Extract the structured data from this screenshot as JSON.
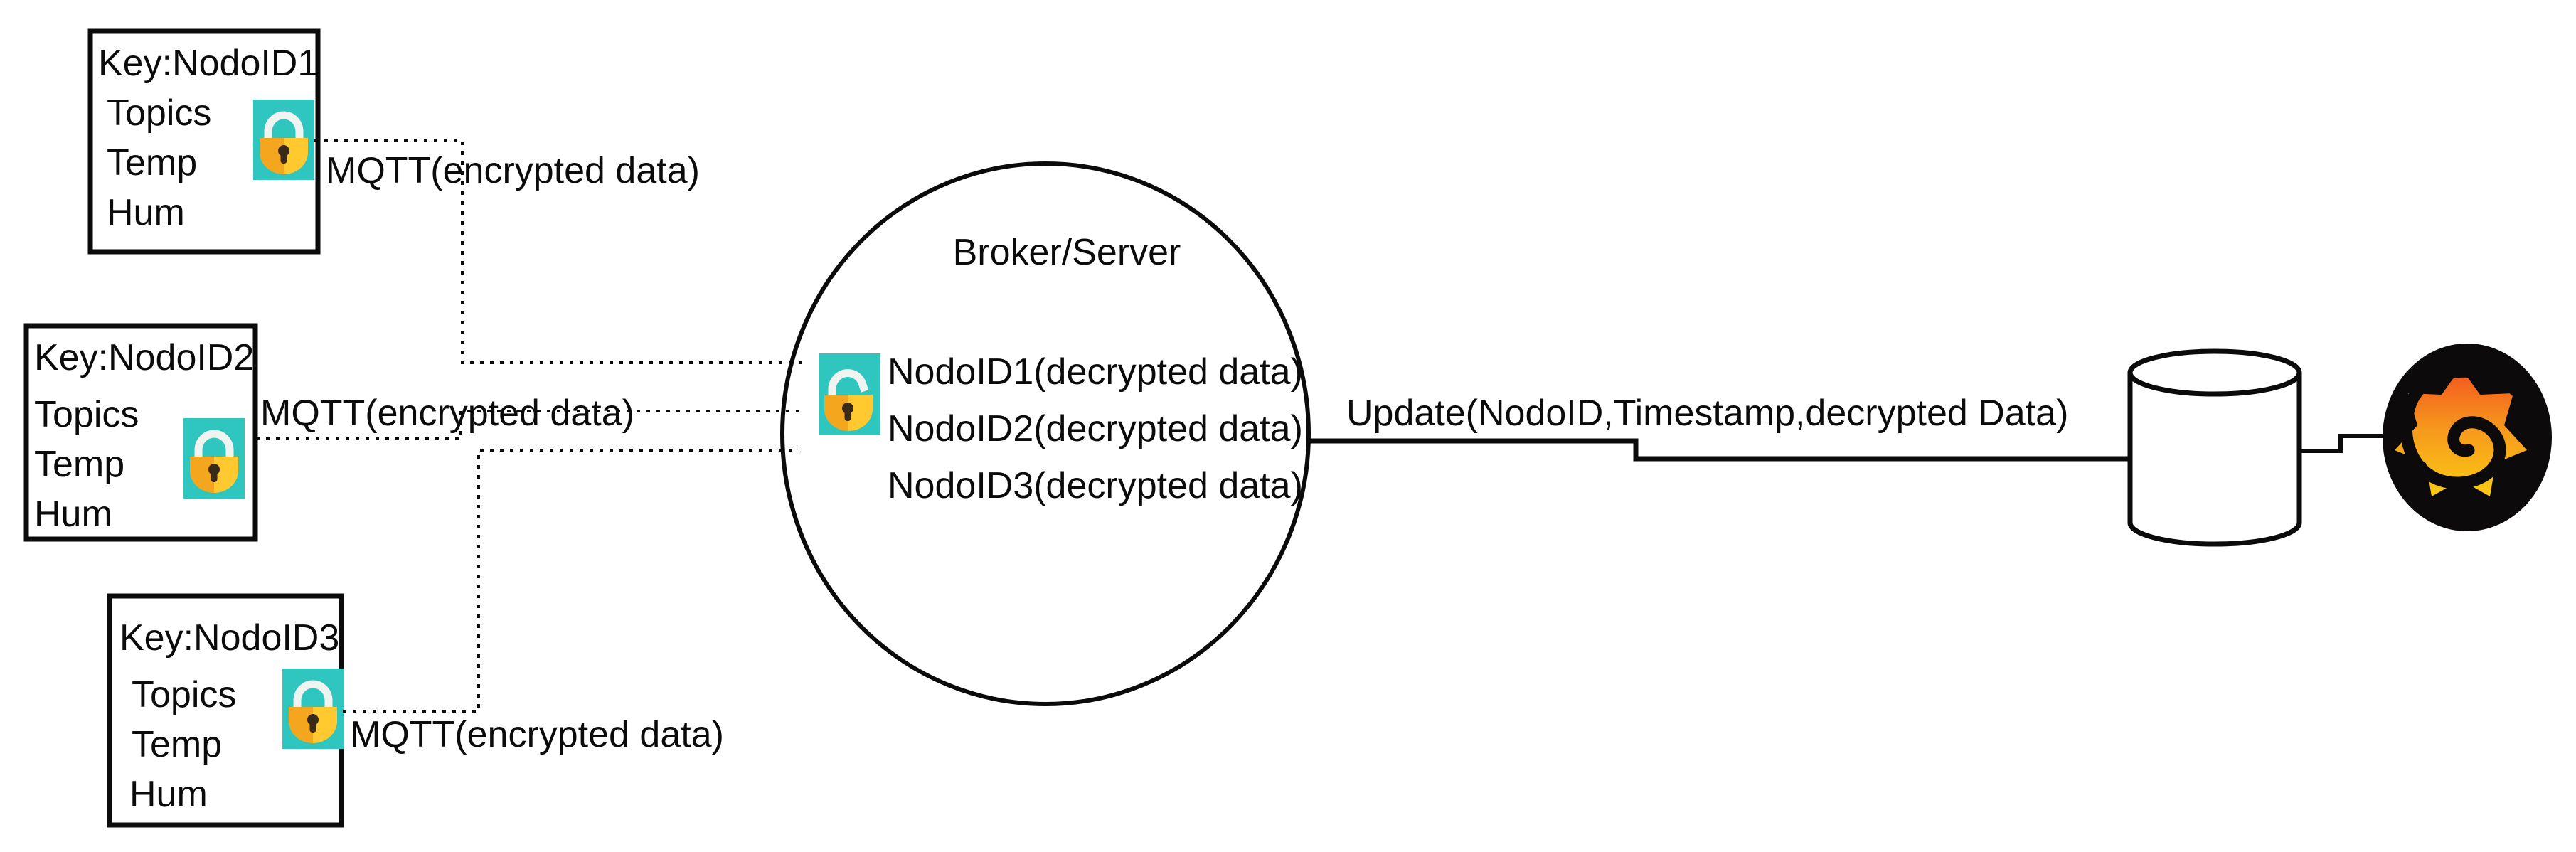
{
  "diagram": {
    "title_implicit": "MQTT encrypted sensor data flow to Broker/Server, database and Grafana",
    "nodes": {
      "node1": {
        "lines": [
          "Key:NodoID1",
          "Topics",
          "Temp",
          "Hum"
        ]
      },
      "node2": {
        "lines": [
          "Key:NodoID2",
          "Topics",
          "Temp",
          "Hum"
        ]
      },
      "node3": {
        "lines": [
          "Key:NodoID3",
          "Topics",
          "Temp",
          "Hum"
        ]
      },
      "broker": {
        "title": "Broker/Server",
        "entries": [
          "NodoID1(decrypted data)",
          "NodoID2(decrypted data)",
          "NodoID3(decrypted data)"
        ]
      }
    },
    "labels": {
      "mqtt": [
        "MQTT(encrypted data)",
        "MQTT(encrypted data)",
        "MQTT(encrypted data)"
      ],
      "update": "Update(NodoID,Timestamp,decrypted Data)"
    },
    "icons": {
      "node_lock": "closed-padlock-icon",
      "broker_lock": "open-padlock-icon",
      "storage": "database-cylinder-icon",
      "dashboard": "grafana-logo"
    },
    "colors": {
      "background": "#ffffff",
      "line": "#000000",
      "lock_background": "#2FC6C0",
      "lock_body_left": "#F5A61F",
      "lock_body_right": "#FFC92F",
      "lock_shackle": "#EFF4F1",
      "lock_keyhole": "#3A2A19",
      "grafana_background": "#0C0A0A",
      "grafana_flame_top": "#F2541F",
      "grafana_flame_bottom": "#FACB12"
    }
  }
}
